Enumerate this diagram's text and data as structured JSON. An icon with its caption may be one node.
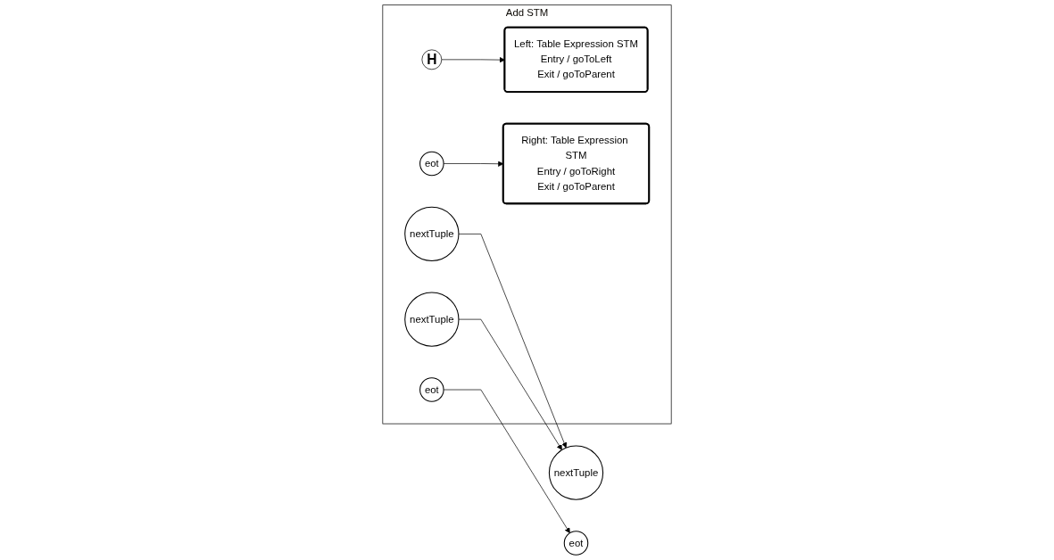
{
  "diagram": {
    "nodes": [
      {
        "text": [
          "Add STM"
        ]
      },
      {
        "text": [
          "H"
        ],
        "in": 0
      },
      {
        "text": [
          "Left: Table Expression STM",
          "Entry / goToLeft",
          "Exit / goToParent"
        ],
        "in": 0
      },
      {
        "text": [
          "nextTuple"
        ],
        "in": 0
      },
      {
        "text": [
          "eot"
        ],
        "in": 0
      },
      {
        "text": [
          "Right: Table Expression STM",
          "Entry / goToRight",
          "Exit / goToParent"
        ],
        "in": 0
      },
      {
        "text": [
          "nextTuple"
        ],
        "in": 0
      },
      {
        "text": [
          "eot"
        ],
        "in": 0
      },
      {
        "text": [
          "nextTuple"
        ]
      },
      {
        "text": [
          "eot"
        ]
      }
    ],
    "edges": [
      {
        "from": 1,
        "to": 2,
        "arrow": "to"
      },
      {
        "from": 4,
        "to": 5,
        "arrow": "to"
      },
      {
        "from": 3,
        "to": 8,
        "arrow": "to"
      },
      {
        "from": 6,
        "to": 8,
        "arrow": "to"
      },
      {
        "from": 7,
        "to": 9,
        "arrow": "to"
      }
    ]
  }
}
